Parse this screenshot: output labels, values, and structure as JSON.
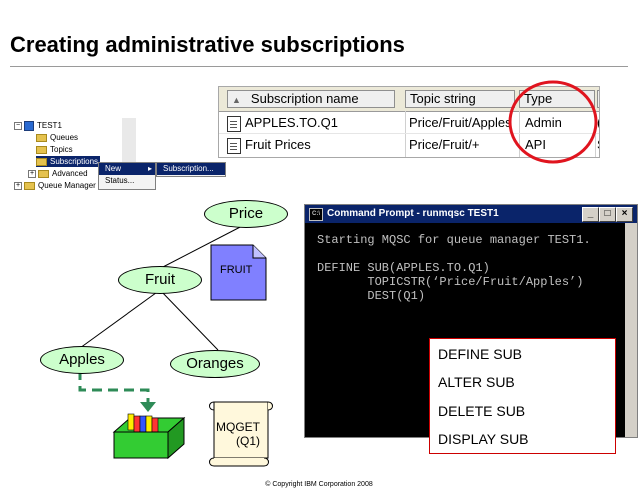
{
  "title": "Creating administrative subscriptions",
  "table": {
    "headers": [
      "Subscription name",
      "Topic string",
      "Type",
      "I"
    ],
    "rows": [
      {
        "name": "APPLES.TO.Q1",
        "topic": "Price/Fruit/Apples",
        "type": "Admin",
        "extra": "("
      },
      {
        "name": "Fruit Prices",
        "topic": "Price/Fruit/+",
        "type": "API",
        "extra": "S"
      }
    ]
  },
  "tree": {
    "root": "TEST1",
    "items": [
      "Queues",
      "Topics",
      "Subscriptions",
      "Advanced"
    ],
    "cluster": "Queue Manager Clust",
    "context_menu": [
      "New",
      "Status..."
    ],
    "submenu": [
      "Subscription..."
    ]
  },
  "topic_tree": {
    "nodes": [
      "Price",
      "Fruit",
      "Apples",
      "Oranges"
    ],
    "doc_label": "FRUIT",
    "scroll_label": "MQGET\n      (Q1)"
  },
  "cmd": {
    "title": "Command Prompt - runmqsc TEST1",
    "line1": "Starting MQSC for queue manager TEST1.",
    "line2": "DEFINE SUB(APPLES.TO.Q1)",
    "line3": "       TOPICSTR(‘Price/Fruit/Apples’)",
    "line4": "       DEST(Q1)"
  },
  "commands": [
    "DEFINE SUB",
    "ALTER SUB",
    "DELETE SUB",
    "DISPLAY SUB"
  ],
  "copyright": "© Copyright IBM Corporation 2008",
  "colors": {
    "node_fill": "#ccffcc",
    "highlight_circle": "#e0141e",
    "doc_fill": "#8080ff",
    "dash_arrow": "#2e8b57"
  }
}
